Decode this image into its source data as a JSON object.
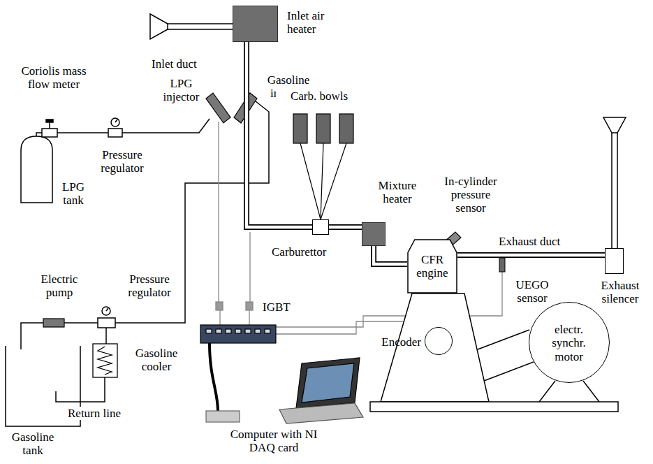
{
  "diagram": {
    "nodes": [
      {
        "text": [
          "Inlet air heater"
        ]
      },
      {
        "text": [
          "Carburettor"
        ]
      },
      {
        "text": [
          "Mixture heater"
        ]
      },
      {
        "text": [
          "CFR engine"
        ]
      },
      {
        "text": [
          "Exhaust silencer"
        ]
      },
      {
        "text": [
          "electr. synchr. motor"
        ]
      },
      {
        "text": [
          "Encoder"
        ]
      }
    ],
    "edges": [
      {
        "from": 0,
        "to": 1,
        "arrow": "none"
      },
      {
        "from": 1,
        "to": 2,
        "arrow": "none"
      },
      {
        "from": 2,
        "to": 3,
        "arrow": "none"
      },
      {
        "from": 3,
        "to": 4,
        "arrow": "none"
      }
    ],
    "labels": [
      "Coriolis mass flow meter",
      "LPG injector",
      "Gasoline injector",
      "Inlet duct",
      "Pressure regulator",
      "LPG tank",
      "Carb. bowls",
      "In-cylinder pressure sensor",
      "Exhaust duct",
      "UEGO sensor",
      "Electric pump",
      "Pressure regulator",
      "IGBT",
      "Gasoline cooler",
      "Return line",
      "Gasoline tank",
      "Computer with NI DAQ card"
    ]
  }
}
